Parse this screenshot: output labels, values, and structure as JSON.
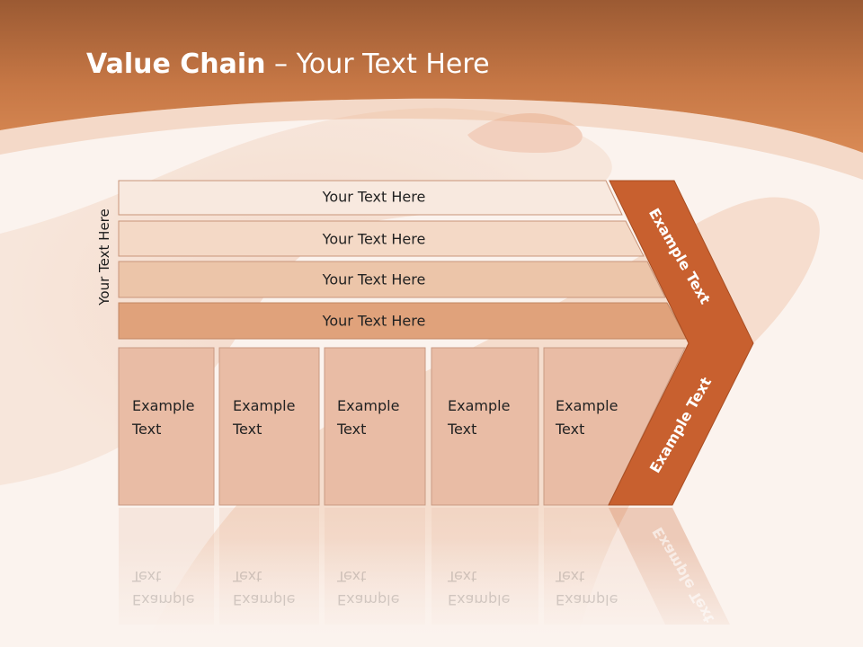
{
  "slide": {
    "title_bold": "Value Chain",
    "title_rest": " – Your Text Here",
    "side_label": "Your Text Here",
    "bars": [
      {
        "label": "Your Text Here"
      },
      {
        "label": "Your Text Here"
      },
      {
        "label": "Your Text Here"
      },
      {
        "label": "Your Text Here"
      }
    ],
    "boxes": [
      {
        "line1": "Example",
        "line2": "Text"
      },
      {
        "line1": "Example",
        "line2": "Text"
      },
      {
        "line1": "Example",
        "line2": "Text"
      },
      {
        "line1": "Example",
        "line2": "Text"
      },
      {
        "line1": "Example",
        "line2": "Text"
      }
    ],
    "chevron_top": "Example Text",
    "chevron_bottom": "Example Text"
  },
  "colors": {
    "header_orange": "#cf7f4c",
    "chevron": "#c8602f",
    "bar_1": "#f8e9df",
    "bar_2": "#f4d9c6",
    "bar_3": "#ecc5a9",
    "bar_4": "#e0a27b",
    "box_fill": "#e9bca5"
  }
}
